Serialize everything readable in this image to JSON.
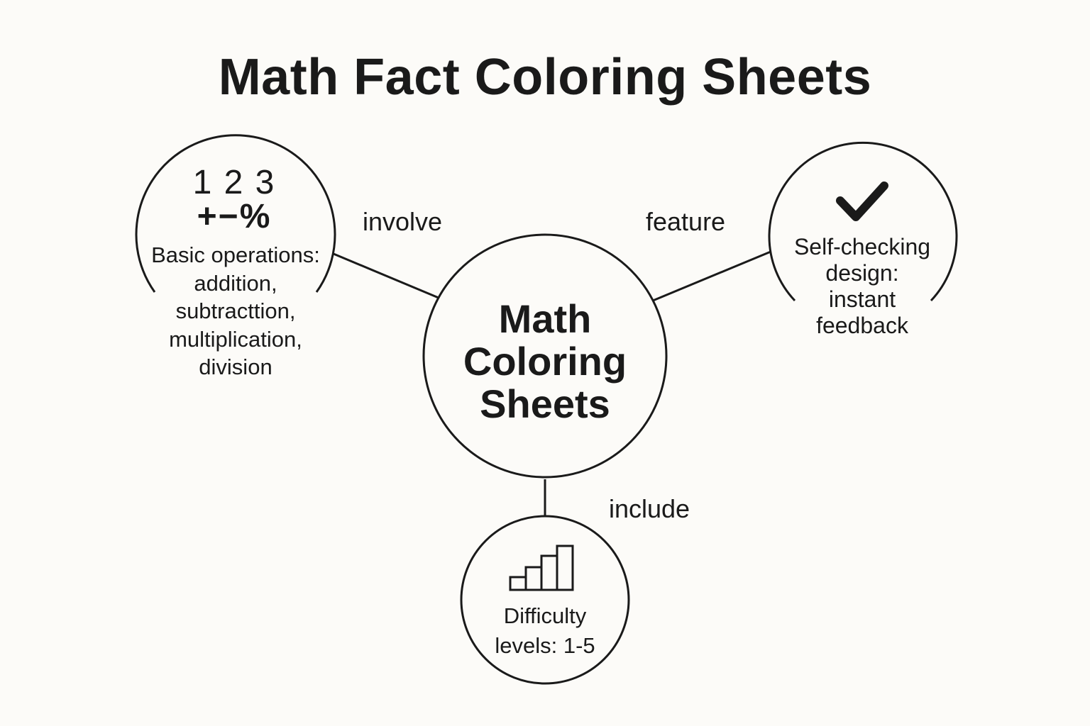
{
  "title": "Math Fact Coloring Sheets",
  "center": {
    "lines": [
      "Math",
      "Coloring",
      "Sheets"
    ]
  },
  "edges": {
    "involve": "involve",
    "feature": "feature",
    "include": "include"
  },
  "nodes": {
    "operations": {
      "icon_digits": "1 2 3",
      "icon_ops": "+−%",
      "lines": [
        "Basic operations:",
        "addition,",
        "subtracttion,",
        "multiplication,",
        "division"
      ]
    },
    "self_checking": {
      "icon": "checkmark-icon",
      "lines": [
        "Self-checking",
        "design:",
        "instant",
        "feedback"
      ]
    },
    "difficulty": {
      "icon": "bar-levels-icon",
      "lines": [
        "Difficulty",
        "levels: 1-5"
      ]
    }
  },
  "colors": {
    "background": "#fcfbf8",
    "ink": "#1a1a1a"
  }
}
